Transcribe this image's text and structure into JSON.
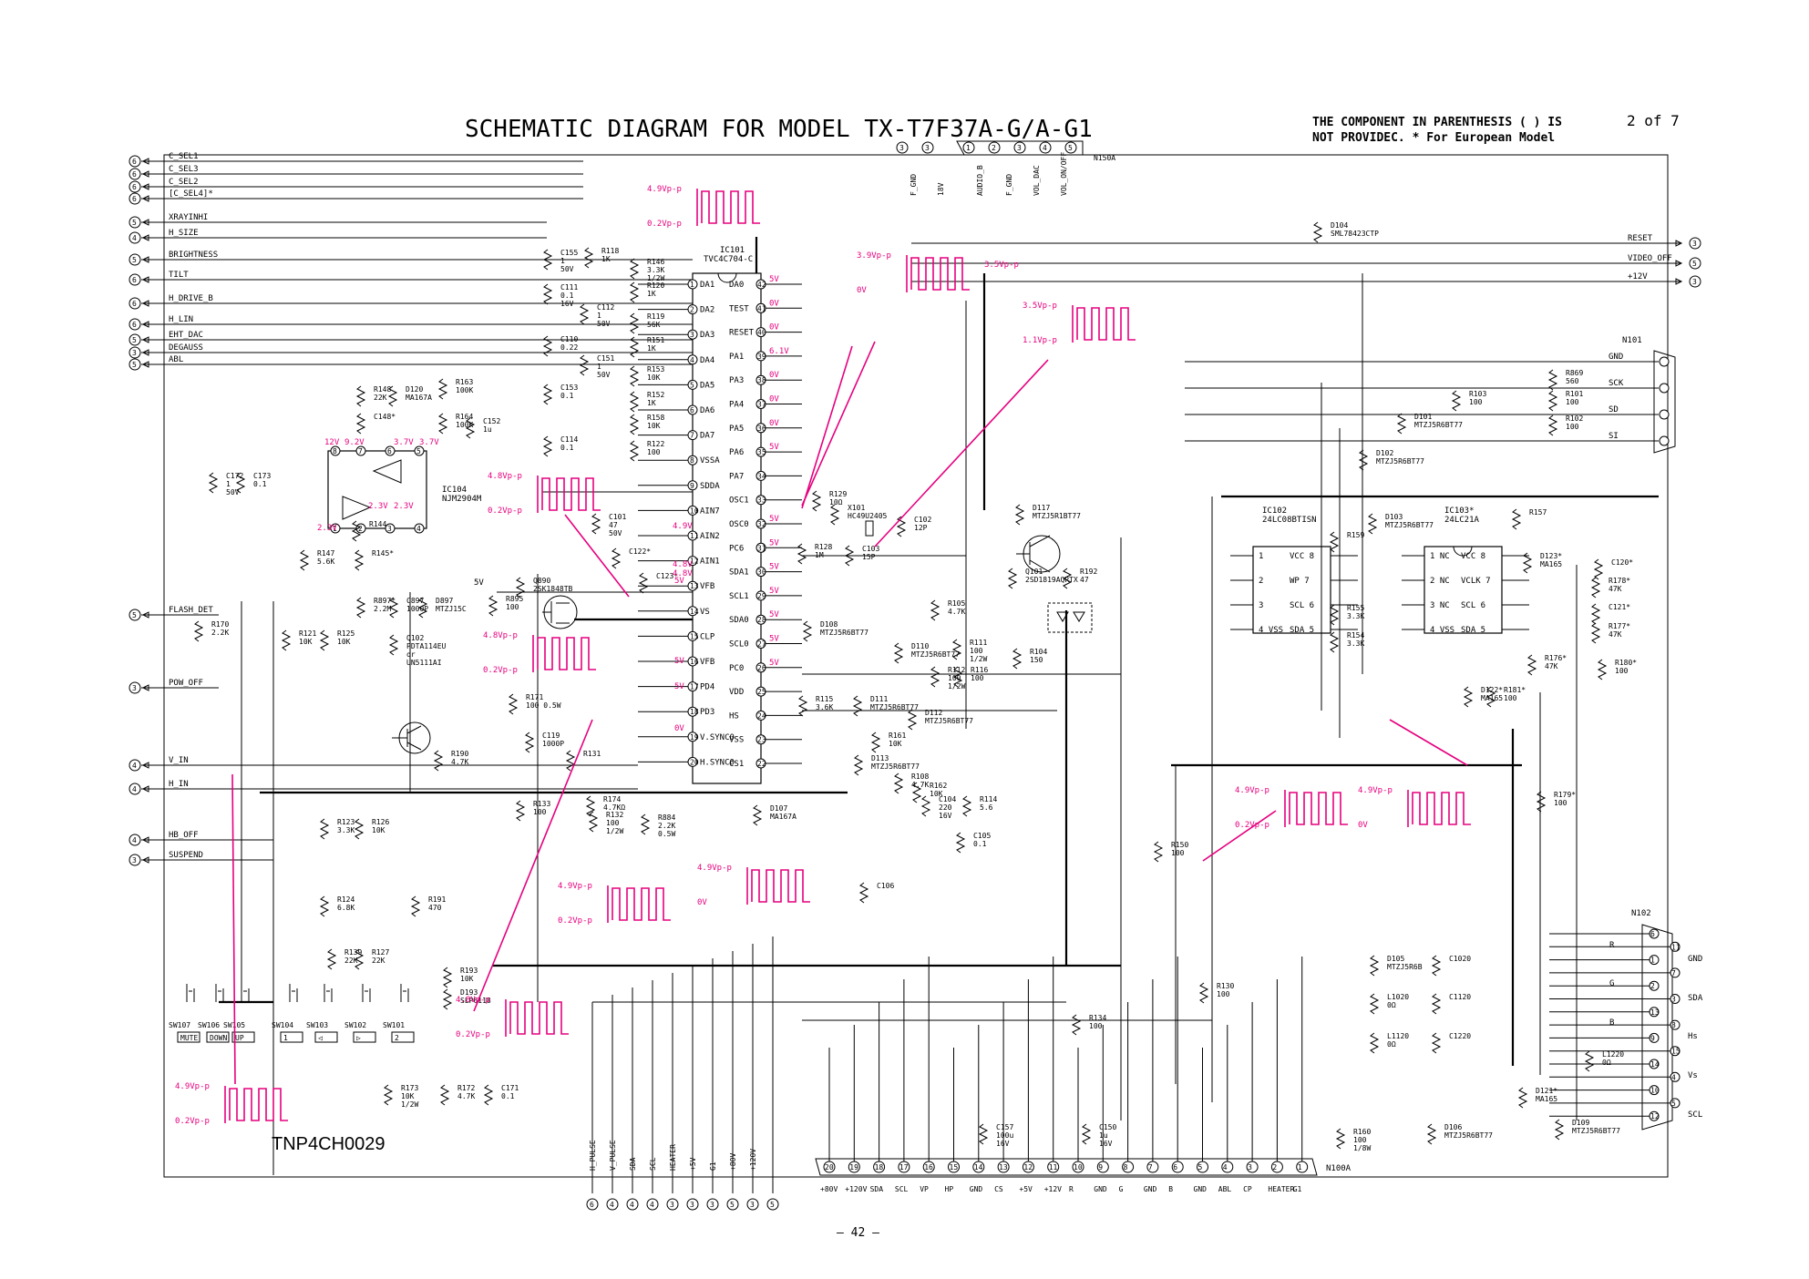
{
  "title": "SCHEMATIC DIAGRAM FOR MODEL  TX-T7F37A-G/A-G1",
  "note_line1": "THE COMPONENT IN PARENTHESIS ( ) IS",
  "note_line2": "NOT PROVIDEC.  * For European Model",
  "page_of": "2 of 7",
  "board_id": "TNP4CH0029",
  "page_number": "– 42 –",
  "left_signals": [
    {
      "num": "6",
      "label": "C_SEL1"
    },
    {
      "num": "6",
      "label": "C_SEL3"
    },
    {
      "num": "6",
      "label": "C_SEL2"
    },
    {
      "num": "6",
      "label": "[C_SEL4]*"
    },
    {
      "num": "5",
      "label": "XRAYINHI"
    },
    {
      "num": "4",
      "label": "H_SIZE"
    },
    {
      "num": "5",
      "label": "BRIGHTNESS"
    },
    {
      "num": "6",
      "label": "TILT"
    },
    {
      "num": "6",
      "label": "H_DRIVE_B"
    },
    {
      "num": "6",
      "label": "H_LIN"
    },
    {
      "num": "5",
      "label": "EHT_DAC"
    },
    {
      "num": "3",
      "label": "DEGAUSS"
    },
    {
      "num": "5",
      "label": "ABL"
    },
    {
      "num": "5",
      "label": "FLASH_DET"
    },
    {
      "num": "3",
      "label": "POW_OFF"
    },
    {
      "num": "4",
      "label": "V_IN"
    },
    {
      "num": "4",
      "label": "H_IN"
    },
    {
      "num": "4",
      "label": "HB_OFF"
    },
    {
      "num": "3",
      "label": "SUSPEND"
    }
  ],
  "right_signals": [
    {
      "num": "3",
      "label": "RESET"
    },
    {
      "num": "5",
      "label": "VIDEO_OFF"
    },
    {
      "num": "3",
      "label": "+12V"
    }
  ],
  "n150a": {
    "name": "N150A",
    "pins": [
      "1",
      "2",
      "3",
      "4",
      "5"
    ],
    "labels": [
      "F_GND",
      "18V",
      "AUDIO_B",
      "F_GND",
      "VOL_DAC",
      "VOL_ON/OFF"
    ],
    "side_num": "3"
  },
  "ic101": {
    "name": "IC101",
    "part": "TVC4C704-C",
    "left_pins": [
      {
        "n": "1",
        "name": "DA1"
      },
      {
        "n": "2",
        "name": "DA2"
      },
      {
        "n": "3",
        "name": "DA3"
      },
      {
        "n": "4",
        "name": "DA4"
      },
      {
        "n": "5",
        "name": "DA5"
      },
      {
        "n": "6",
        "name": "DA6"
      },
      {
        "n": "7",
        "name": "DA7"
      },
      {
        "n": "8",
        "name": "VSSA"
      },
      {
        "n": "9",
        "name": "SDDA"
      },
      {
        "n": "10",
        "name": "AIN7"
      },
      {
        "n": "11",
        "name": "AIN2"
      },
      {
        "n": "12",
        "name": "AIN1"
      },
      {
        "n": "13",
        "name": "VFB"
      },
      {
        "n": "14",
        "name": "VS"
      },
      {
        "n": "15",
        "name": "CLP"
      },
      {
        "n": "16",
        "name": "VFB"
      },
      {
        "n": "17",
        "name": "PD4"
      },
      {
        "n": "18",
        "name": "PD3"
      },
      {
        "n": "19",
        "name": "V.SYNC0"
      },
      {
        "n": "20",
        "name": "H.SYNC0"
      }
    ],
    "right_pins": [
      {
        "n": "42",
        "name": "DA0"
      },
      {
        "n": "41",
        "name": "TEST"
      },
      {
        "n": "40",
        "name": "RESET"
      },
      {
        "n": "39",
        "name": "PA1"
      },
      {
        "n": "38",
        "name": "PA3"
      },
      {
        "n": "37",
        "name": "PA4"
      },
      {
        "n": "36",
        "name": "PA5"
      },
      {
        "n": "35",
        "name": "PA6"
      },
      {
        "n": "34",
        "name": "PA7"
      },
      {
        "n": "33",
        "name": "OSC1"
      },
      {
        "n": "32",
        "name": "OSC0"
      },
      {
        "n": "31",
        "name": "PC6"
      },
      {
        "n": "30",
        "name": "SDA1"
      },
      {
        "n": "29",
        "name": "SCL1"
      },
      {
        "n": "28",
        "name": "SDA0"
      },
      {
        "n": "27",
        "name": "SCL0"
      },
      {
        "n": "26",
        "name": "PC0"
      },
      {
        "n": "25",
        "name": "VDD"
      },
      {
        "n": "24",
        "name": "HS"
      },
      {
        "n": "23",
        "name": "VSS"
      },
      {
        "n": "22",
        "name": "CS1"
      }
    ],
    "right_volts": [
      "5V",
      "0V",
      "0V",
      "6.1V",
      "0V",
      "0V",
      "0V",
      "5V",
      "",
      "",
      "5V",
      "5V",
      "5V",
      "5V",
      "5V",
      "5V",
      "5V"
    ]
  },
  "ic102": {
    "name": "IC102",
    "part": "24LC08BTISN",
    "left": [
      "1",
      "2",
      "3",
      "4 VSS"
    ],
    "right": [
      "VCC 8",
      "WP 7",
      "SCL 6",
      "SDA 5"
    ]
  },
  "ic103": {
    "name": "IC103*",
    "part": "24LC21A",
    "left": [
      "1 NC",
      "2 NC",
      "3 NC",
      "4 VSS"
    ],
    "right": [
      "VCC 8",
      "VCLK 7",
      "SCL 6",
      "SDA 5"
    ]
  },
  "ic104": {
    "name": "IC104",
    "part": "NJM2904M",
    "pins": [
      "8",
      "7",
      "6",
      "5",
      "1",
      "2",
      "3",
      "4"
    ],
    "volts": [
      "12V",
      "9.2V",
      "3.7V",
      "3.7V",
      "2.3V",
      "2.3V",
      "2.3V"
    ]
  },
  "n101": {
    "name": "N101",
    "labels": [
      "GND",
      "SCK",
      "SD",
      "SI"
    ]
  },
  "n102": {
    "name": "N102",
    "pins": [
      "6",
      "11",
      "1",
      "7",
      "2",
      "3",
      "13",
      "8",
      "9",
      "15",
      "14",
      "4",
      "10",
      "5",
      "12"
    ],
    "labels": [
      "GND",
      "SDA",
      "Hs",
      "Vs",
      "SCL"
    ],
    "side_letters": [
      "R",
      "G",
      "B"
    ]
  },
  "n100a": {
    "name": "N100A",
    "pins": [
      "20",
      "19",
      "18",
      "17",
      "16",
      "15",
      "14",
      "13",
      "12",
      "11",
      "10",
      "9",
      "8",
      "7",
      "6",
      "5",
      "4",
      "3",
      "2",
      "1"
    ],
    "labels": [
      "+80V",
      "+120V",
      "SDA",
      "SCL",
      "VP",
      "HP",
      "GND",
      "CS",
      "+5V",
      "+12V",
      "R",
      "GND",
      "G",
      "GND",
      "B",
      "GND",
      "ABL",
      "CP",
      "HEATER",
      "G1"
    ]
  },
  "bottom_signals": [
    {
      "label": "H_PULSE",
      "num": "6"
    },
    {
      "label": "V_PULSE",
      "num": "4"
    },
    {
      "label": "SDA",
      "num": "4"
    },
    {
      "label": "SCL",
      "num": "4"
    },
    {
      "label": "HEATER",
      "num": "3"
    },
    {
      "label": "+5V",
      "num": "3"
    },
    {
      "label": "G1",
      "num": "3"
    },
    {
      "label": "+80V",
      "num": "5"
    },
    {
      "label": "+120V",
      "num": "3"
    },
    {
      "label": "",
      "num": "5"
    }
  ],
  "switches": [
    {
      "ref": "SW107",
      "cap": "MUTE"
    },
    {
      "ref": "SW106",
      "cap": "DOWN"
    },
    {
      "ref": "SW105",
      "cap": "UP"
    },
    {
      "ref": "SW104",
      "cap": "1"
    },
    {
      "ref": "SW103",
      "cap": "◁"
    },
    {
      "ref": "SW102",
      "cap": "▷"
    },
    {
      "ref": "SW101",
      "cap": "2"
    }
  ],
  "components": [
    {
      "ref": "C155",
      "val": "1\n50V"
    },
    {
      "ref": "R118",
      "val": "1K"
    },
    {
      "ref": "C111",
      "val": "0.1\n16V"
    },
    {
      "ref": "C112",
      "val": "1\n50V"
    },
    {
      "ref": "C110",
      "val": "0.22"
    },
    {
      "ref": "C151",
      "val": "1\n50V"
    },
    {
      "ref": "C153",
      "val": "0.1"
    },
    {
      "ref": "C114",
      "val": "0.1"
    },
    {
      "ref": "R146",
      "val": "3.3K\n1/2W"
    },
    {
      "ref": "R120",
      "val": "1K"
    },
    {
      "ref": "R119",
      "val": "56K"
    },
    {
      "ref": "R151",
      "val": "1K"
    },
    {
      "ref": "R153",
      "val": "10K"
    },
    {
      "ref": "R152",
      "val": "1K"
    },
    {
      "ref": "R158",
      "val": "10K"
    },
    {
      "ref": "R122",
      "val": "100"
    },
    {
      "ref": "R148",
      "val": "22K"
    },
    {
      "ref": "D120",
      "val": "MA167A"
    },
    {
      "ref": "R163",
      "val": "100K"
    },
    {
      "ref": "R164",
      "val": "100K"
    },
    {
      "ref": "C152",
      "val": "1u"
    },
    {
      "ref": "C148*",
      "val": ""
    },
    {
      "ref": "C172",
      "val": "1\n50V"
    },
    {
      "ref": "C173",
      "val": "0.1"
    },
    {
      "ref": "R147",
      "val": "5.6K"
    },
    {
      "ref": "R144",
      "val": ""
    },
    {
      "ref": "R145*",
      "val": ""
    },
    {
      "ref": "C101",
      "val": "47\n50V"
    },
    {
      "ref": "C122*",
      "val": ""
    },
    {
      "ref": "C123*",
      "val": ""
    },
    {
      "ref": "Q890",
      "val": "2SK1848TB"
    },
    {
      "ref": "R895",
      "val": "100"
    },
    {
      "ref": "R897*",
      "val": "2.2M"
    },
    {
      "ref": "C897",
      "val": "1000P"
    },
    {
      "ref": "D897",
      "val": "MTZJ15C"
    },
    {
      "ref": "R170",
      "val": "2.2K"
    },
    {
      "ref": "R121",
      "val": "10K"
    },
    {
      "ref": "R125",
      "val": "10K"
    },
    {
      "ref": "Q102",
      "val": "PDTA114EU\nor\nUN5111AI"
    },
    {
      "ref": "R190",
      "val": "4.7K"
    },
    {
      "ref": "R171",
      "val": "100  0.5W"
    },
    {
      "ref": "C119",
      "val": "1000P"
    },
    {
      "ref": "R131",
      "val": ""
    },
    {
      "ref": "R133",
      "val": "100"
    },
    {
      "ref": "R174",
      "val": "4.7KΩ"
    },
    {
      "ref": "R132",
      "val": "100\n1/2W"
    },
    {
      "ref": "R884",
      "val": "2.2K\n0.5W"
    },
    {
      "ref": "D107",
      "val": "MA167A"
    },
    {
      "ref": "R123",
      "val": "3.3K"
    },
    {
      "ref": "R126",
      "val": "10K"
    },
    {
      "ref": "R124",
      "val": "6.8K"
    },
    {
      "ref": "R191",
      "val": "470"
    },
    {
      "ref": "R139",
      "val": "22K"
    },
    {
      "ref": "R127",
      "val": "22K"
    },
    {
      "ref": "R193",
      "val": "10K"
    },
    {
      "ref": "D193",
      "val": "SLP6118"
    },
    {
      "ref": "R173",
      "val": "10K\n1/2W"
    },
    {
      "ref": "R172",
      "val": "4.7K"
    },
    {
      "ref": "C171",
      "val": "0.1"
    },
    {
      "ref": "R129",
      "val": "10Ω"
    },
    {
      "ref": "X101",
      "val": "HC49U2405"
    },
    {
      "ref": "C102",
      "val": "12P"
    },
    {
      "ref": "R128",
      "val": "1M"
    },
    {
      "ref": "C103",
      "val": "15P"
    },
    {
      "ref": "R105",
      "val": "4.7K"
    },
    {
      "ref": "D110",
      "val": "MTZJ5R6BT77"
    },
    {
      "ref": "R111",
      "val": "100\n1/2W"
    },
    {
      "ref": "R112",
      "val": "100\n1/2W"
    },
    {
      "ref": "R116",
      "val": "100"
    },
    {
      "ref": "R115",
      "val": "3.6K"
    },
    {
      "ref": "D111",
      "val": "MTZJ5R6BT77"
    },
    {
      "ref": "D112",
      "val": "MTZJ5R6BT77"
    },
    {
      "ref": "R161",
      "val": "10K"
    },
    {
      "ref": "D113",
      "val": "MTZJ5R6BT77"
    },
    {
      "ref": "R108",
      "val": "4.7K"
    },
    {
      "ref": "R162",
      "val": "10K"
    },
    {
      "ref": "C104",
      "val": "220\n16V"
    },
    {
      "ref": "R114",
      "val": "5.6"
    },
    {
      "ref": "C105",
      "val": "0.1"
    },
    {
      "ref": "C106",
      "val": ""
    },
    {
      "ref": "D117",
      "val": "MTZJ5R1BT77"
    },
    {
      "ref": "Q101",
      "val": "2SD1819AQRTX"
    },
    {
      "ref": "R192",
      "val": "47"
    },
    {
      "ref": "R104",
      "val": "150"
    },
    {
      "ref": "D104",
      "val": "SML78423CTP"
    },
    {
      "ref": "R869",
      "val": "560"
    },
    {
      "ref": "R101",
      "val": "100"
    },
    {
      "ref": "R102",
      "val": "100"
    },
    {
      "ref": "R103",
      "val": "100"
    },
    {
      "ref": "D101",
      "val": "MTZJ5R6BT77"
    },
    {
      "ref": "D102",
      "val": "MTZJ5R6BT77"
    },
    {
      "ref": "D103",
      "val": "MTZJ5R6BT77"
    },
    {
      "ref": "R159",
      "val": ""
    },
    {
      "ref": "R155",
      "val": "3.3K"
    },
    {
      "ref": "R154",
      "val": "3.3K"
    },
    {
      "ref": "R157",
      "val": ""
    },
    {
      "ref": "D123*",
      "val": "MA165"
    },
    {
      "ref": "C120*",
      "val": ""
    },
    {
      "ref": "R178*",
      "val": "47K"
    },
    {
      "ref": "C121*",
      "val": ""
    },
    {
      "ref": "R177*",
      "val": "47K"
    },
    {
      "ref": "R176*",
      "val": "47K"
    },
    {
      "ref": "R180*",
      "val": "100"
    },
    {
      "ref": "D122*",
      "val": "MA165"
    },
    {
      "ref": "R181*",
      "val": "100"
    },
    {
      "ref": "R179*",
      "val": "100"
    },
    {
      "ref": "R150",
      "val": "100"
    },
    {
      "ref": "R130",
      "val": "100"
    },
    {
      "ref": "R134",
      "val": "100"
    },
    {
      "ref": "C150",
      "val": "1u\n16V"
    },
    {
      "ref": "C157",
      "val": "100u\n16V"
    },
    {
      "ref": "D105",
      "val": "MTZJ5R6B"
    },
    {
      "ref": "C1020",
      "val": ""
    },
    {
      "ref": "L1020",
      "val": "0Ω"
    },
    {
      "ref": "C1120",
      "val": ""
    },
    {
      "ref": "L1120",
      "val": "0Ω"
    },
    {
      "ref": "C1220",
      "val": ""
    },
    {
      "ref": "L1220",
      "val": "0Ω"
    },
    {
      "ref": "D121*",
      "val": "MA165"
    },
    {
      "ref": "D109",
      "val": "MTZJ5R6BT77"
    },
    {
      "ref": "R160",
      "val": "100\n1/8W"
    },
    {
      "ref": "D106",
      "val": "MTZJ5R6BT77"
    },
    {
      "ref": "D108",
      "val": "MTZJ5R6BT77"
    }
  ],
  "waveforms": [
    {
      "hi": "4.9Vp-p",
      "lo": "0.2Vp-p"
    },
    {
      "hi": "3.9Vp-p",
      "lo": "0V",
      "side": "3.5Vp-p"
    },
    {
      "hi": "3.5Vp-p",
      "lo": "1.1Vp-p"
    },
    {
      "hi": "4.8Vp-p",
      "lo": "0.2Vp-p"
    },
    {
      "hi": "4.8Vp-p",
      "lo": "0.2Vp-p"
    },
    {
      "hi": "4.9Vp-p",
      "lo": "0.2Vp-p"
    },
    {
      "hi": "4.9Vp-p",
      "lo": "0V"
    },
    {
      "hi": "4.8Vp-p",
      "lo": "0.2Vp-p"
    },
    {
      "hi": "4.9Vp-p",
      "lo": "0.2Vp-p"
    },
    {
      "hi": "4.9Vp-p",
      "lo": "0.2Vp-p"
    },
    {
      "hi": "4.9Vp-p",
      "lo": "0V"
    }
  ],
  "pin_volts": [
    "5V",
    "4.9V",
    "4.8V",
    "4.8V",
    "5V",
    "5V",
    "0V"
  ],
  "fv": "5V",
  "colors": {
    "ink": "#000000",
    "annotation": "#e6007e",
    "paper": "#ffffff"
  }
}
